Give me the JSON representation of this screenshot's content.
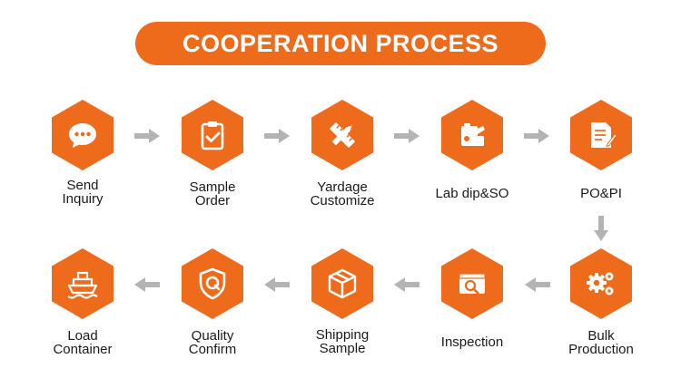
{
  "title": "COOPERATION PROCESS",
  "colors": {
    "accent": "#ee6b1c",
    "arrow": "#b3b3b3",
    "text": "#1a1a1a"
  },
  "steps": [
    {
      "icon": "chat-bubble-icon",
      "line1": "Send",
      "line2": "Inquiry"
    },
    {
      "icon": "clipboard-check-icon",
      "line1": "Sample",
      "line2": "Order"
    },
    {
      "icon": "ruler-pencil-icon",
      "line1": "Yardage",
      "line2": "Customize"
    },
    {
      "icon": "lab-dip-icon",
      "line1": "Lab dip&SO",
      "line2": ""
    },
    {
      "icon": "document-edit-icon",
      "line1": "PO&PI",
      "line2": ""
    },
    {
      "icon": "gears-icon",
      "line1": "Bulk",
      "line2": "Production"
    },
    {
      "icon": "magnifier-box-icon",
      "line1": "Inspection",
      "line2": ""
    },
    {
      "icon": "package-icon",
      "line1": "Shipping",
      "line2": "Sample"
    },
    {
      "icon": "quality-shield-icon",
      "line1": "Quality",
      "line2": "Confirm"
    },
    {
      "icon": "ship-icon",
      "line1": "Load",
      "line2": "Container"
    }
  ]
}
